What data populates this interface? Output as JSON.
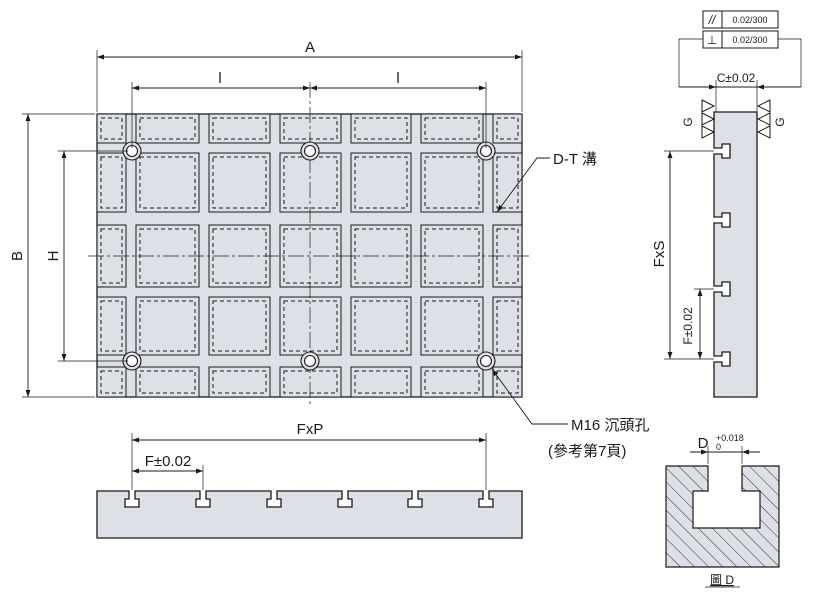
{
  "top_view": {
    "dim_A": "A",
    "dim_l_left": "l",
    "dim_l_right": "l",
    "dim_B": "B",
    "dim_H": "H"
  },
  "callouts": {
    "t_slot": "D-T 溝",
    "counterbore_line1": "M16 沉頭孔",
    "counterbore_line2": "(參考第7頁)"
  },
  "front_view": {
    "dim_FxP": "FxP",
    "dim_F": "F±0.02"
  },
  "side_view": {
    "dim_C": "C±0.02",
    "dim_FxS": "FxS",
    "dim_F": "F±0.02",
    "datum_left": "G",
    "datum_right": "G"
  },
  "tolerance_frame": {
    "parallelism_symbol": "//",
    "parallelism_value": "0.02/300",
    "perpendicularity_symbol": "⊥",
    "perpendicularity_value": "0.02/300"
  },
  "detail_d": {
    "dim_D": "D",
    "tol_upper": "+0.018",
    "tol_lower": "0",
    "caption": "圖 D"
  }
}
